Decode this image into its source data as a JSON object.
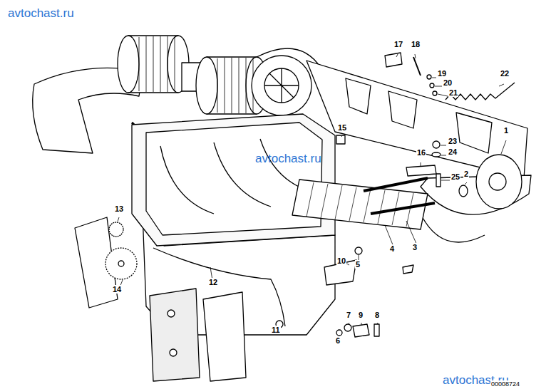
{
  "diagram": {
    "labels": [
      "avtochast.ru",
      "17",
      "18",
      "19",
      "20",
      "21",
      "22",
      "1",
      "15",
      "23",
      "24",
      "16",
      "25",
      "2",
      "avtochast.ru",
      "13",
      "3",
      "4",
      "10",
      "5",
      "12",
      "14",
      "11",
      "7",
      "9",
      "8",
      "6",
      "avtochast.ru",
      "00008724"
    ]
  }
}
